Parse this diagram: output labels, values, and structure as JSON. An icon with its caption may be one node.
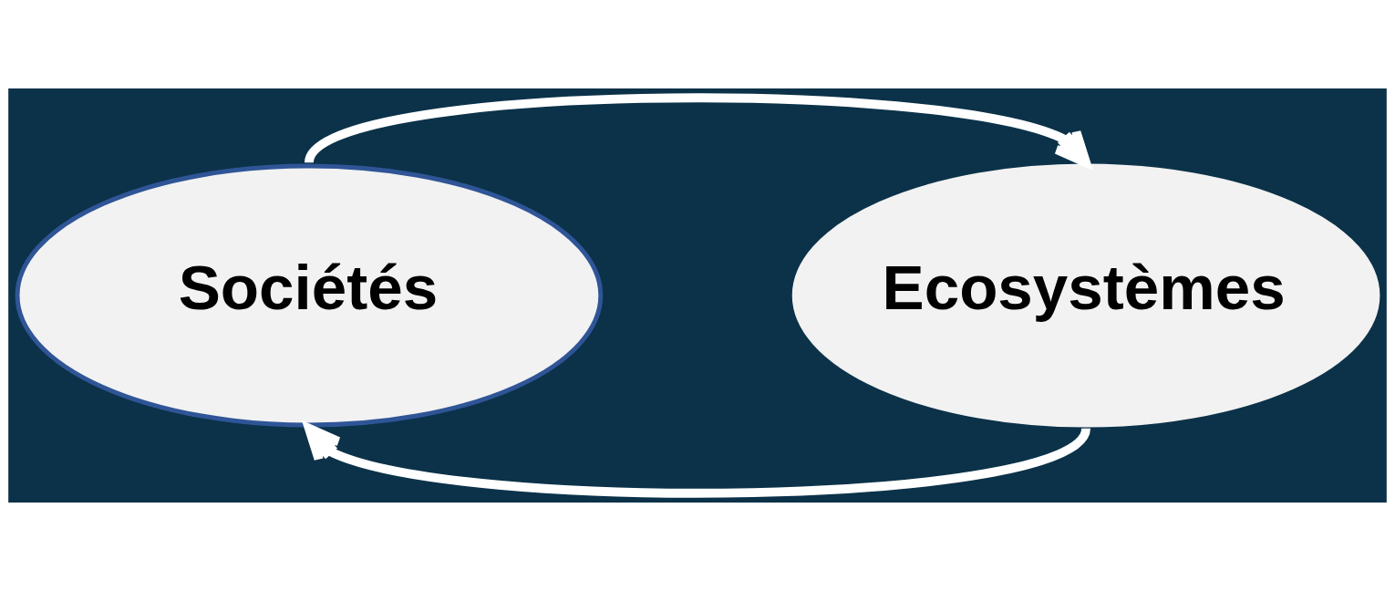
{
  "diagram": {
    "nodes": [
      {
        "text": [
          "Sociétés"
        ]
      },
      {
        "text": [
          "Ecosystèmes"
        ]
      }
    ],
    "edges": [
      {
        "from": 0,
        "to": 1,
        "arrow": "to"
      },
      {
        "from": 1,
        "to": 0,
        "arrow": "to"
      }
    ]
  }
}
